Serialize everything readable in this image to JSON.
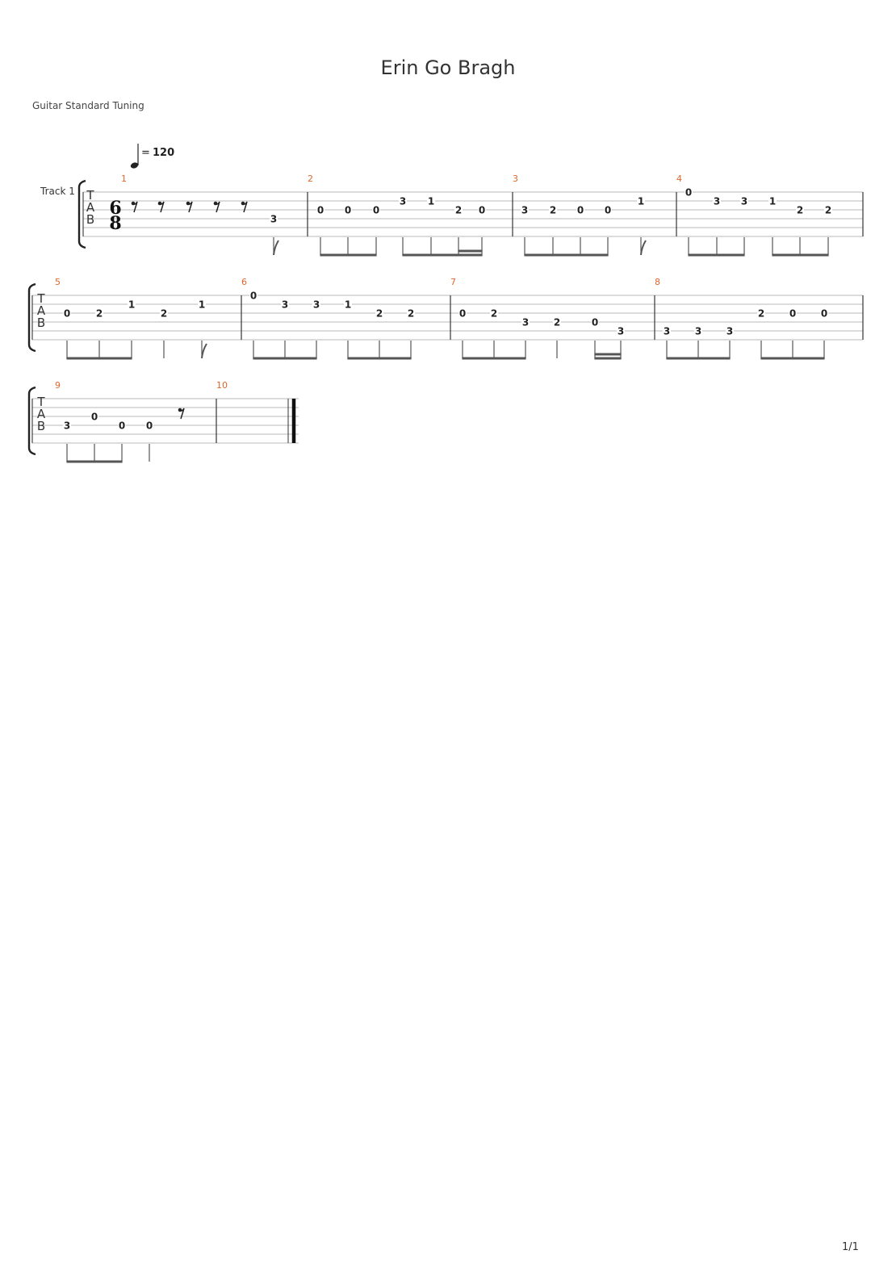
{
  "title": "Erin Go Bragh",
  "tuning": "Guitar Standard Tuning",
  "track_label": "Track 1",
  "tempo": {
    "equals": "=",
    "value": "120"
  },
  "time_signature": {
    "top": "6",
    "bottom": "8"
  },
  "tab_letters": [
    "T",
    "A",
    "B"
  ],
  "page_number": "1/1",
  "systems": [
    {
      "measures": [
        {
          "number": "1",
          "events": [
            {
              "rest": true
            },
            {
              "rest": true
            },
            {
              "rest": true
            },
            {
              "rest": true
            },
            {
              "rest": true
            },
            {
              "string": 4,
              "fret": "3",
              "flag": true
            }
          ]
        },
        {
          "number": "2",
          "events": [
            {
              "string": 3,
              "fret": "0"
            },
            {
              "string": 3,
              "fret": "0"
            },
            {
              "string": 3,
              "fret": "0"
            },
            {
              "string": 2,
              "fret": "3"
            },
            {
              "string": 2,
              "fret": "1"
            },
            {
              "string": 3,
              "fret": "2"
            },
            {
              "string": 3,
              "fret": "0"
            }
          ]
        },
        {
          "number": "3",
          "events": [
            {
              "string": 3,
              "fret": "3"
            },
            {
              "string": 3,
              "fret": "2"
            },
            {
              "string": 3,
              "fret": "0"
            },
            {
              "string": 3,
              "fret": "0"
            },
            {
              "string": 2,
              "fret": "1",
              "flag": true
            }
          ]
        },
        {
          "number": "4",
          "events": [
            {
              "string": 1,
              "fret": "0"
            },
            {
              "string": 2,
              "fret": "3"
            },
            {
              "string": 2,
              "fret": "3"
            },
            {
              "string": 2,
              "fret": "1"
            },
            {
              "string": 3,
              "fret": "2"
            },
            {
              "string": 3,
              "fret": "2"
            }
          ]
        }
      ]
    },
    {
      "measures": [
        {
          "number": "5",
          "events": [
            {
              "string": 3,
              "fret": "0"
            },
            {
              "string": 3,
              "fret": "2"
            },
            {
              "string": 2,
              "fret": "1"
            },
            {
              "string": 3,
              "fret": "2"
            },
            {
              "string": 2,
              "fret": "1",
              "flag": true
            }
          ]
        },
        {
          "number": "6",
          "events": [
            {
              "string": 1,
              "fret": "0"
            },
            {
              "string": 2,
              "fret": "3"
            },
            {
              "string": 2,
              "fret": "3"
            },
            {
              "string": 2,
              "fret": "1"
            },
            {
              "string": 3,
              "fret": "2"
            },
            {
              "string": 3,
              "fret": "2"
            }
          ]
        },
        {
          "number": "7",
          "events": [
            {
              "string": 3,
              "fret": "0"
            },
            {
              "string": 3,
              "fret": "2"
            },
            {
              "string": 4,
              "fret": "3"
            },
            {
              "string": 4,
              "fret": "2"
            },
            {
              "string": 4,
              "fret": "0"
            },
            {
              "string": 5,
              "fret": "3"
            }
          ]
        },
        {
          "number": "8",
          "events": [
            {
              "string": 5,
              "fret": "3"
            },
            {
              "string": 5,
              "fret": "3"
            },
            {
              "string": 5,
              "fret": "3"
            },
            {
              "string": 3,
              "fret": "2"
            },
            {
              "string": 3,
              "fret": "0"
            },
            {
              "string": 3,
              "fret": "0"
            }
          ]
        }
      ]
    },
    {
      "measures": [
        {
          "number": "9",
          "events": [
            {
              "string": 4,
              "fret": "3"
            },
            {
              "string": 3,
              "fret": "0"
            },
            {
              "string": 4,
              "fret": "0"
            },
            {
              "string": 4,
              "fret": "0"
            },
            {
              "rest": true
            }
          ]
        },
        {
          "number": "10",
          "events": []
        }
      ]
    }
  ]
}
